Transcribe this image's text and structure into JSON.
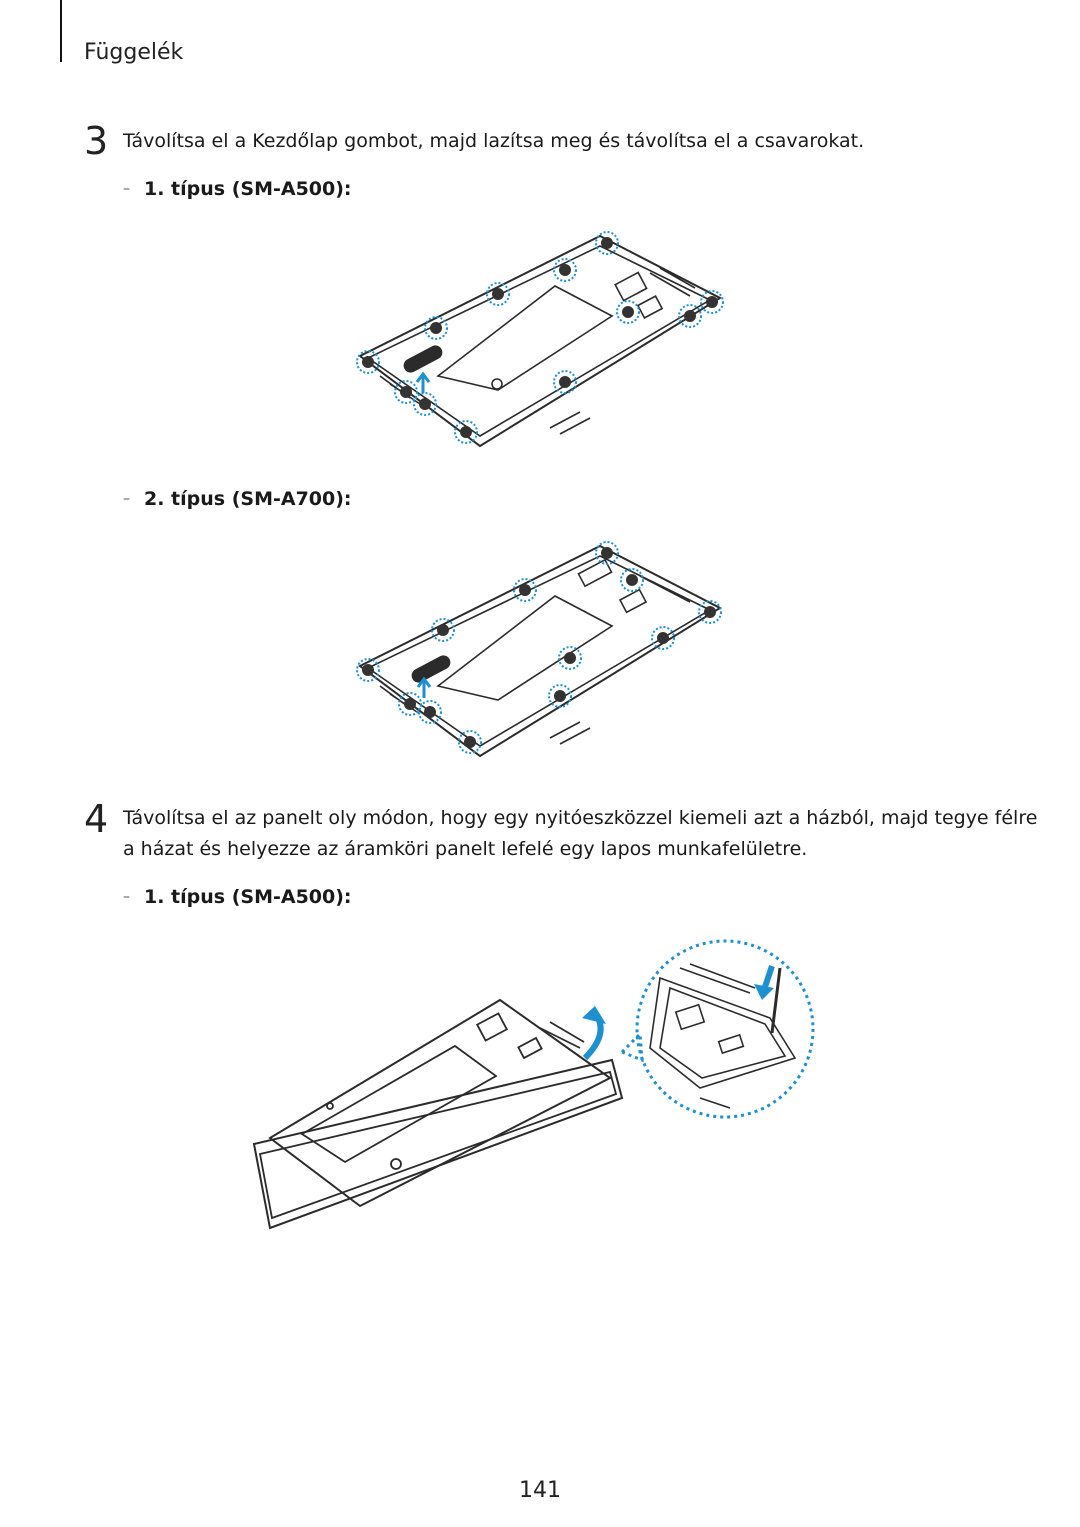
{
  "header": {
    "section_title": "Függelék"
  },
  "steps": [
    {
      "number": "3",
      "text": "Távolítsa el a Kezdőlap gombot, majd lazítsa meg és távolítsa el a csavarokat.",
      "variants": [
        {
          "label": "1. típus (SM-A500):"
        },
        {
          "label": "2. típus (SM-A700):"
        }
      ]
    },
    {
      "number": "4",
      "text_line1": "Távolítsa el az panelt oly módon, hogy egy nyitóeszközzel kiemeli azt a házból, majd tegye félre",
      "text_line2": "a házat és helyezze az áramköri panelt lefelé egy lapos munkafelületre.",
      "variants": [
        {
          "label": "1. típus (SM-A500):"
        }
      ]
    }
  ],
  "footer": {
    "page_number": "141"
  },
  "colors": {
    "accent": "#1e8fcf",
    "line": "#2b2b2b"
  }
}
